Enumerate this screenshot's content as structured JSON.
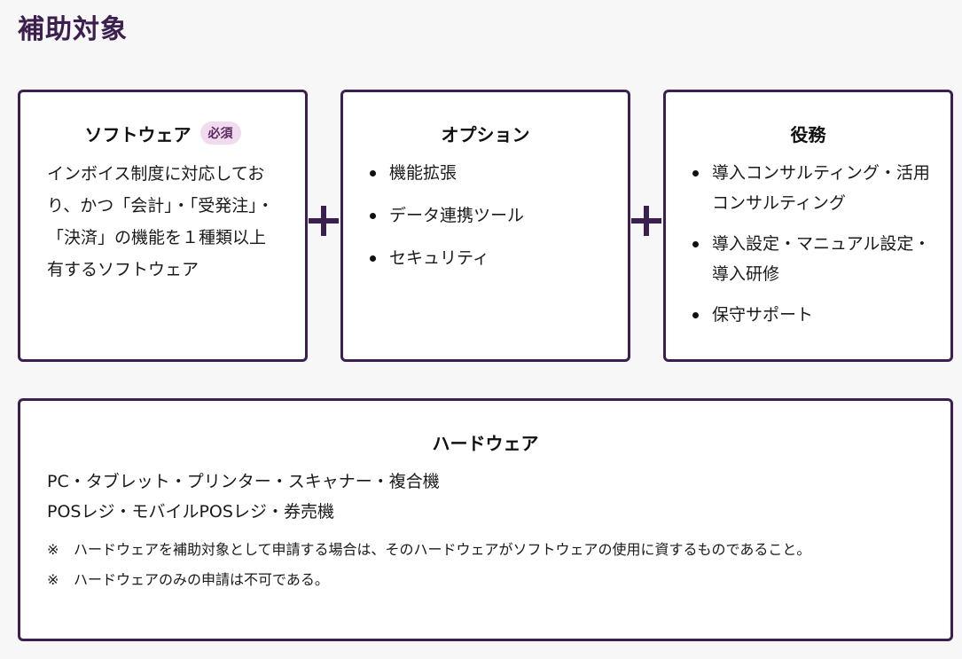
{
  "page": {
    "title": "補助対象"
  },
  "software": {
    "title": "ソフトウェア",
    "badge": "必須",
    "description": "インボイス制度に対応しており、かつ「会計」・「受発注」・「決済」の機能を１種類以上有するソフトウェア"
  },
  "options": {
    "title": "オプション",
    "items": [
      "機能拡張",
      "データ連携ツール",
      "セキュリティ"
    ]
  },
  "services": {
    "title": "役務",
    "items": [
      "導入コンサルティング・活用コンサルティング",
      "導入設定・マニュアル設定・導入研修",
      "保守サポート"
    ]
  },
  "hardware": {
    "title": "ハードウェア",
    "lines": [
      "PC・タブレット・プリンター・スキャナー・複合機",
      "POSレジ・モバイルPOSレジ・券売機"
    ],
    "notes": [
      {
        "mark": "※",
        "text": "ハードウェアを補助対象として申請する場合は、そのハードウェアがソフトウェアの使用に資するものであること。"
      },
      {
        "mark": "※",
        "text": "ハードウェアのみの申請は不可である。"
      }
    ]
  },
  "colors": {
    "accent": "#3b1f4f",
    "badge_bg": "#f1dcef",
    "background": "#f7f7f7"
  },
  "icons": {
    "plus": "plus-icon",
    "bullet": "bullet-icon"
  }
}
